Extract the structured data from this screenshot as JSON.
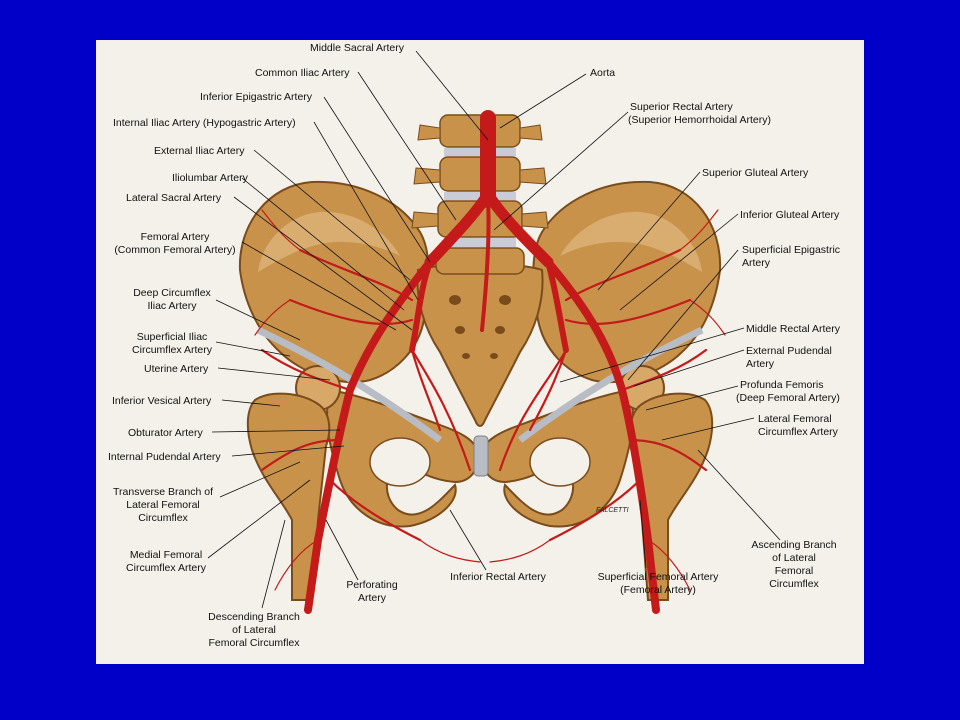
{
  "colors": {
    "slide_background": "#0000c8",
    "panel_background": "#f4f1ea",
    "bone": "#c8924a",
    "bone_shadow": "#8a5a22",
    "artery": "#c41a1a",
    "ligament": "#b8bcc4",
    "text": "#111111"
  },
  "labels": {
    "middle_sacral": "Middle Sacral Artery",
    "common_iliac": "Common Iliac Artery",
    "inferior_epigastric": "Inferior Epigastric Artery",
    "internal_iliac": "Internal Iliac Artery (Hypogastric Artery)",
    "external_iliac": "External Iliac Artery",
    "iliolumbar": "Iliolumbar Artery",
    "lateral_sacral": "Lateral Sacral Artery",
    "femoral_l1": "Femoral Artery",
    "femoral_l2": "(Common Femoral Artery)",
    "deep_circ_l1": "Deep Circumflex",
    "deep_circ_l2": "Iliac Artery",
    "sup_iliac_l1": "Superficial Iliac",
    "sup_iliac_l2": "Circumflex Artery",
    "uterine": "Uterine Artery",
    "inferior_vesical": "Inferior Vesical Artery",
    "obturator": "Obturator Artery",
    "internal_pudendal": "Internal Pudendal Artery",
    "transverse_l1": "Transverse Branch of",
    "transverse_l2": "Lateral Femoral",
    "transverse_l3": "Circumflex",
    "medial_fem_l1": "Medial Femoral",
    "medial_fem_l2": "Circumflex Artery",
    "descending_l1": "Descending Branch",
    "descending_l2": "of Lateral",
    "descending_l3": "Femoral Circumflex",
    "perforating_l1": "Perforating",
    "perforating_l2": "Artery",
    "inferior_rectal": "Inferior Rectal Artery",
    "sup_femoral_l1": "Superficial Femoral Artery",
    "sup_femoral_l2": "(Femoral Artery)",
    "ascending_l1": "Ascending Branch",
    "ascending_l2": "of Lateral",
    "ascending_l3": "Femoral",
    "ascending_l4": "Circumflex",
    "aorta": "Aorta",
    "sup_rectal_l1": "Superior Rectal Artery",
    "sup_rectal_l2": "(Superior Hemorrhoidal Artery)",
    "superior_gluteal": "Superior Gluteal Artery",
    "inferior_gluteal": "Inferior Gluteal Artery",
    "sup_epigastric_l1": "Superficial Epigastric",
    "sup_epigastric_l2": "Artery",
    "middle_rectal": "Middle Rectal Artery",
    "ext_pudendal_l1": "External Pudendal",
    "ext_pudendal_l2": "Artery",
    "profunda_l1": "Profunda Femoris",
    "profunda_l2": "(Deep Femoral Artery)",
    "lat_fem_l1": "Lateral Femoral",
    "lat_fem_l2": "Circumflex Artery"
  },
  "signature": "FALCETTI"
}
